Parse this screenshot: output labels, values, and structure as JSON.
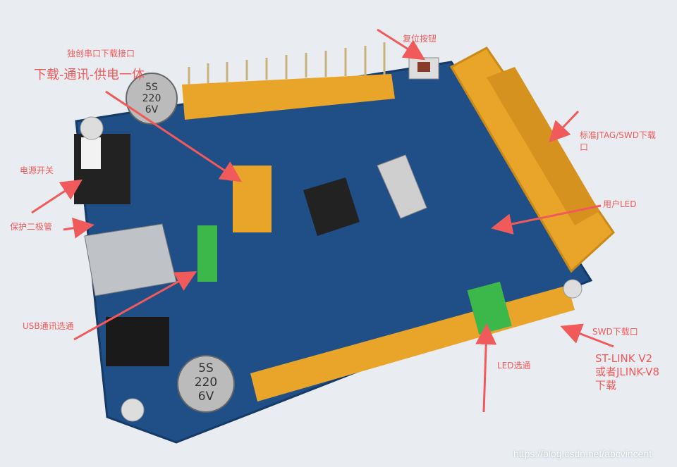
{
  "labels": {
    "serial_title": "独创串口下载接口",
    "serial_sub": "下载-通讯-供电一体",
    "reset": "复位按钮",
    "jtag_line1": "标准JTAG/SWD下载",
    "jtag_line2": "口",
    "user_led": "用户LED",
    "power_switch": "电源开关",
    "diode": "保护二极管",
    "usb_select": "USB通讯选通",
    "swd": "SWD下载口",
    "stlink_line1": "ST-LINK V2",
    "stlink_line2": "或者JLINK-V8",
    "stlink_line3": "下载",
    "led_select": "LED选通"
  },
  "capacitor_marking": [
    "5S",
    "220",
    "6V"
  ],
  "watermark": "https://blog.csdn.net/abcvincent",
  "colors": {
    "annotation": "#f05a5a",
    "board": "#1f4f86",
    "header": "#e8a52a",
    "jumper": "#3cb84a"
  }
}
